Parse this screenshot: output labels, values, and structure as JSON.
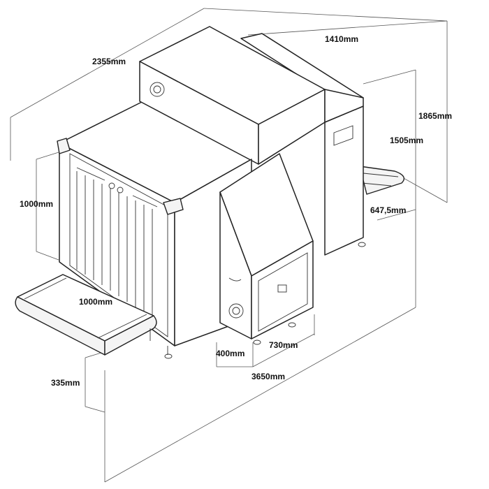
{
  "dimensions": {
    "top_length": "2355mm",
    "top_width": "1410mm",
    "total_height": "1865mm",
    "body_height": "1505mm",
    "belt_height": "647,5mm",
    "tunnel_height": "1000mm",
    "tunnel_width": "1000mm",
    "console_depth": "400mm",
    "console_width": "730mm",
    "roller_height": "335mm",
    "total_length": "3650mm"
  },
  "colors": {
    "line": "#222222",
    "background": "#ffffff"
  }
}
